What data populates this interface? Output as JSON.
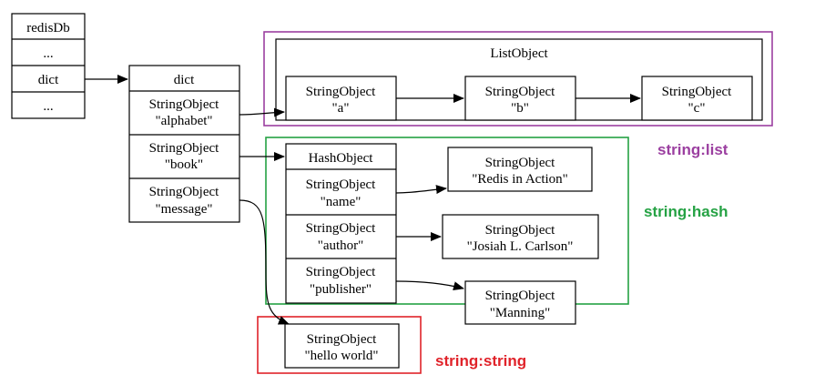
{
  "colors": {
    "list": "#9b3fa0",
    "hash": "#25a244",
    "string": "#e0232a"
  },
  "redisdb": {
    "title": "redisDb",
    "r1": "...",
    "r2": "dict",
    "r3": "..."
  },
  "dict": {
    "title": "dict",
    "alphabet": {
      "l1": "StringObject",
      "l2": "\"alphabet\""
    },
    "book": {
      "l1": "StringObject",
      "l2": "\"book\""
    },
    "message": {
      "l1": "StringObject",
      "l2": "\"message\""
    }
  },
  "list": {
    "title": "ListObject",
    "a": {
      "l1": "StringObject",
      "l2": "\"a\""
    },
    "b": {
      "l1": "StringObject",
      "l2": "\"b\""
    },
    "c": {
      "l1": "StringObject",
      "l2": "\"c\""
    }
  },
  "hash": {
    "title": "HashObject",
    "name": {
      "l1": "StringObject",
      "l2": "\"name\""
    },
    "author": {
      "l1": "StringObject",
      "l2": "\"author\""
    },
    "publisher": {
      "l1": "StringObject",
      "l2": "\"publisher\""
    }
  },
  "values": {
    "redis": {
      "l1": "StringObject",
      "l2": "\"Redis in Action\""
    },
    "josiah": {
      "l1": "StringObject",
      "l2": "\"Josiah L. Carlson\""
    },
    "manning": {
      "l1": "StringObject",
      "l2": "\"Manning\""
    },
    "hello": {
      "l1": "StringObject",
      "l2": "\"hello world\""
    }
  },
  "labels": {
    "list": "string:list",
    "hash": "string:hash",
    "string": "string:string"
  }
}
